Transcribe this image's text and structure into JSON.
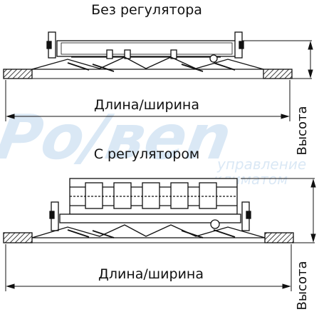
{
  "diagram": {
    "top": {
      "title": "Без регулятора",
      "width_label": "Длина/ширина",
      "height_label": "Высота"
    },
    "bottom": {
      "title": "С регулятором",
      "width_label": "Длина/ширина",
      "height_label": "Высота"
    },
    "watermark": {
      "brand": "Po/вen",
      "line1": "управление",
      "line2": "климатом"
    }
  },
  "colors": {
    "ink": "#111111",
    "watermark": "#bcd6ee"
  }
}
